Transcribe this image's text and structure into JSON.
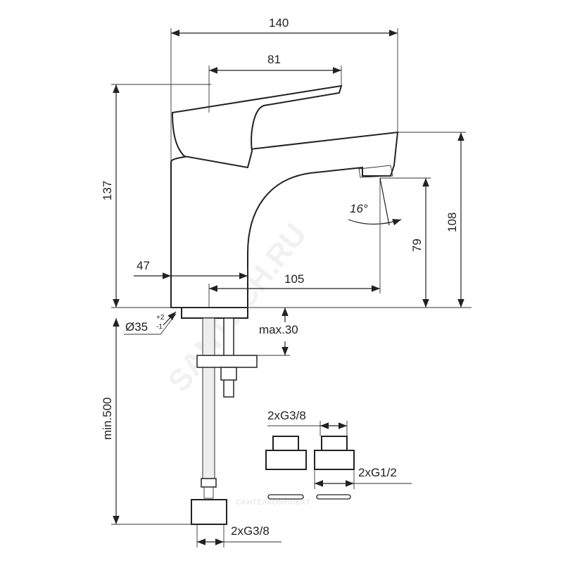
{
  "drawing": {
    "dimensions": {
      "overall_width": "140",
      "lever_length": "81",
      "overall_height": "137",
      "spout_height": "108",
      "outlet_clearance": "79",
      "body_offset": "47",
      "spout_reach": "105",
      "spout_angle": "16°",
      "hole_diameter": "Ø35",
      "hole_tol_plus": "+2",
      "hole_tol_minus": "-1",
      "max_deck_thickness": "max.30",
      "min_hose_length": "min.500",
      "hose_thread": "2xG3/8",
      "adapter_thread_top": "2xG3/8",
      "adapter_thread_bottom": "2xG1/2"
    },
    "watermark": "SANTECH.RU",
    "watermark_bottom": "САНТЕХКОМПЛЕКТ"
  }
}
